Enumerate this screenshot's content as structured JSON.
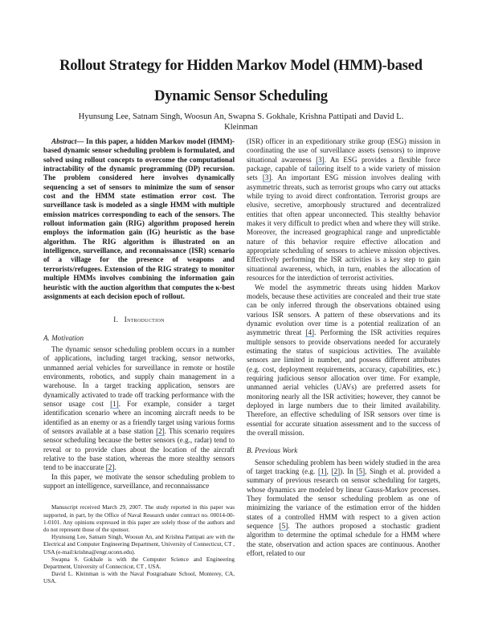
{
  "paper": {
    "title_line1": "Rollout Strategy for Hidden Markov Model (HMM)-based",
    "title_line2": "Dynamic Sensor Scheduling",
    "authors": "Hyunsung Lee, Satnam Singh, Woosun An, Swapna S. Gokhale, Krishna Pattipati and David L. Kleinman"
  },
  "abstract": {
    "lead": "Abstract",
    "dash": "— ",
    "text": "In this paper, a hidden Markov model (HMM)-based dynamic sensor scheduling problem is formulated, and solved using rollout concepts to overcome the computational intractability of the dynamic programming (DP) recursion. The problem considered here involves dynamically sequencing a set of sensors to minimize the sum of sensor cost and the HMM state estimation error cost. The surveillance task is modeled as a single HMM with multiple emission matrices corresponding to each of the sensors. The rollout information gain (RIG) algorithm proposed herein employs the information gain (IG) heuristic as the base algorithm. The RIG algorithm is illustrated on an intelligence, surveillance, and reconnaissance (ISR) scenario of a village for the presence of weapons and terrorists/refugees.  Extension of the RIG strategy to monitor multiple HMMs involves combining the information gain heuristic with the auction algorithm that computes the κ-best assignments at each decision epoch of rollout."
  },
  "section1": {
    "number": "I.",
    "title": "Introduction"
  },
  "motivation": {
    "heading": "A.   Motivation",
    "p1_a": "The dynamic sensor scheduling problem occurs in a number of applications, including target tracking, sensor networks, unmanned aerial vehicles for surveillance in remote or hostile environments, robotics, and supply chain management in a warehouse. In a target tracking application, sensors are dynamically activated to trade off tracking performance with the sensor usage cost ",
    "cite1": "[1]",
    "p1_b": ". For example, consider a target identification scenario where an incoming aircraft needs to be identified as an enemy or as a friendly target using various forms of sensors available at a base station ",
    "cite2": "[2]",
    "p1_c": ". This scenario requires sensor scheduling because the better sensors (e.g., radar) tend to reveal or to provide clues about the location of the aircraft relative to the base station, whereas the more stealthy sensors tend to be inaccurate ",
    "cite3": "[2]",
    "p1_d": ".",
    "p2": "In this paper, we motivate the sensor scheduling problem to support an intelligence, surveillance, and reconnaissance"
  },
  "footnotes": [
    "Manuscript received March 29, 2007. The study reported in this paper was supported, in part, by the Office of Naval Research under contract no. 00014-00-1-0101. Any opinions expressed in this paper are solely those of the authors and do not represent those of the sponsor.",
    "Hyunsung Lee, Satnam Singh, Woosun An, and Krishna Pattipati are with the Electrical and Computer Engineering Department, University of Connecticut, CT , USA (e-mail:krishna@engr.uconn.edu).",
    "Swapna S. Gokhale is with the Computer Science and Engineering Department, University of Connecticut, CT , USA.",
    "David L. Kleinman is with the Naval Postgraduate School, Monterey, CA, USA."
  ],
  "right_col": {
    "p1_a": "(ISR) officer in an expeditionary strike group (ESG) mission in coordinating the use of surveillance assets (sensors) to improve situational awareness ",
    "cite1": "[3]",
    "p1_b": ". An ESG provides a flexible force package, capable of tailoring itself to a wide variety of mission sets ",
    "cite2": "[3]",
    "p1_c": ". An important ESG mission involves dealing with asymmetric threats, such as terrorist groups who carry out attacks while trying to avoid direct confrontation. Terrorist groups are elusive, secretive, amorphously structured and decentralized entities that often appear unconnected. This stealthy behavior makes it very difficult to predict when and where they will strike. Moreover, the increased geographical range and unpredictable nature of this behavior require effective allocation and appropriate scheduling of sensors to achieve mission objectives. Effectively performing the ISR activities is a key step to gain situational awareness, which, in turn, enables the allocation of resources for the interdiction of terrorist activities.",
    "p2_a": "We model the asymmetric threats using hidden Markov models, because these activities are concealed and their true state can be only inferred through the observations obtained using various ISR sensors. A pattern of these observations and its dynamic evolution over time is a potential realization of an asymmetric threat ",
    "cite3": "[4]",
    "p2_b": ". Performing the ISR activities requires multiple sensors to provide observations needed for accurately estimating the status of suspicious activities. The available sensors are limited in number, and possess different attributes (e.g. cost, deployment requirements, accuracy, capabilities, etc.) requiring judicious sensor allocation over time. For example, unmanned aerial vehicles (UAVs) are preferred assets for monitoring nearly all the ISR activities; however, they cannot be deployed in large numbers due to their limited availability. Therefore, an effective scheduling of ISR sensors over time is essential for accurate situation assessment and to the success of the overall mission.",
    "prev_heading": "B.   Previous Work",
    "p3_a": "Sensor scheduling problem has been widely studied in the area of target tracking (e.g. ",
    "cite4": "[1]",
    "p3_sep": ", ",
    "cite5": "[2]",
    "p3_b": "). In ",
    "cite6": "[5]",
    "p3_c": ", Singh et al. provided a summary of previous research on sensor scheduling for targets, whose dynamics are modeled by linear Gauss-Markov processes. They formulated the sensor scheduling problem as one of minimizing the variance of the estimation error of the hidden states of a controlled HMM with respect to a given action sequence ",
    "cite7": "[5]",
    "p3_d": ". The authors proposed a stochastic gradient algorithm to determine the optimal schedule for a HMM where the state, observation and action spaces are continuous. Another effort, related to our"
  }
}
